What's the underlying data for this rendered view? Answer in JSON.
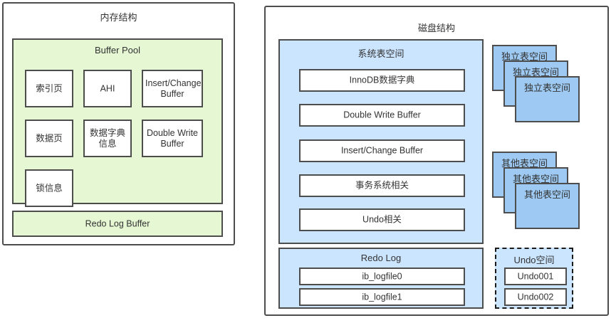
{
  "diagram": {
    "type": "architecture-diagram",
    "subject": "MySQL InnoDB 内存结构与磁盘结构",
    "colors": {
      "memory_fill": "#e6f7d4",
      "disk_fill": "#cce5ff",
      "tablespace_stack_fill": "#9dc9f2",
      "box_fill": "#ffffff",
      "border": "#4d4d4d",
      "text": "#333333",
      "canvas": "#ffffff"
    }
  },
  "memory": {
    "title": "内存结构",
    "buffer_pool": {
      "title": "Buffer Pool",
      "items": [
        {
          "label": "索引页"
        },
        {
          "label": "AHI"
        },
        {
          "label": "Insert/Change Buffer"
        },
        {
          "label": "数据页"
        },
        {
          "label": "数据字典信息"
        },
        {
          "label": "Double Write Buffer"
        },
        {
          "label": "锁信息"
        }
      ]
    },
    "redo_log_buffer": {
      "label": "Redo Log Buffer"
    }
  },
  "disk": {
    "title": "磁盘结构",
    "system_tablespace": {
      "title": "系统表空间",
      "items": [
        {
          "label": "InnoDB数据字典"
        },
        {
          "label": "Double Write Buffer"
        },
        {
          "label": "Insert/Change Buffer"
        },
        {
          "label": "事务系统相关"
        },
        {
          "label": "Undo相关"
        }
      ]
    },
    "redo_log": {
      "title": "Redo Log",
      "items": [
        {
          "label": "ib_logfile0"
        },
        {
          "label": "ib_logfile1"
        }
      ]
    },
    "independent_tablespace_stack": {
      "labels": [
        "独立表空间",
        "独立表空间",
        "独立表空间"
      ]
    },
    "other_tablespace_stack": {
      "labels": [
        "其他表空间",
        "其他表空间",
        "其他表空间"
      ]
    },
    "undo_space": {
      "title": "Undo空间",
      "items": [
        {
          "label": "Undo001"
        },
        {
          "label": "Undo002"
        }
      ]
    }
  }
}
